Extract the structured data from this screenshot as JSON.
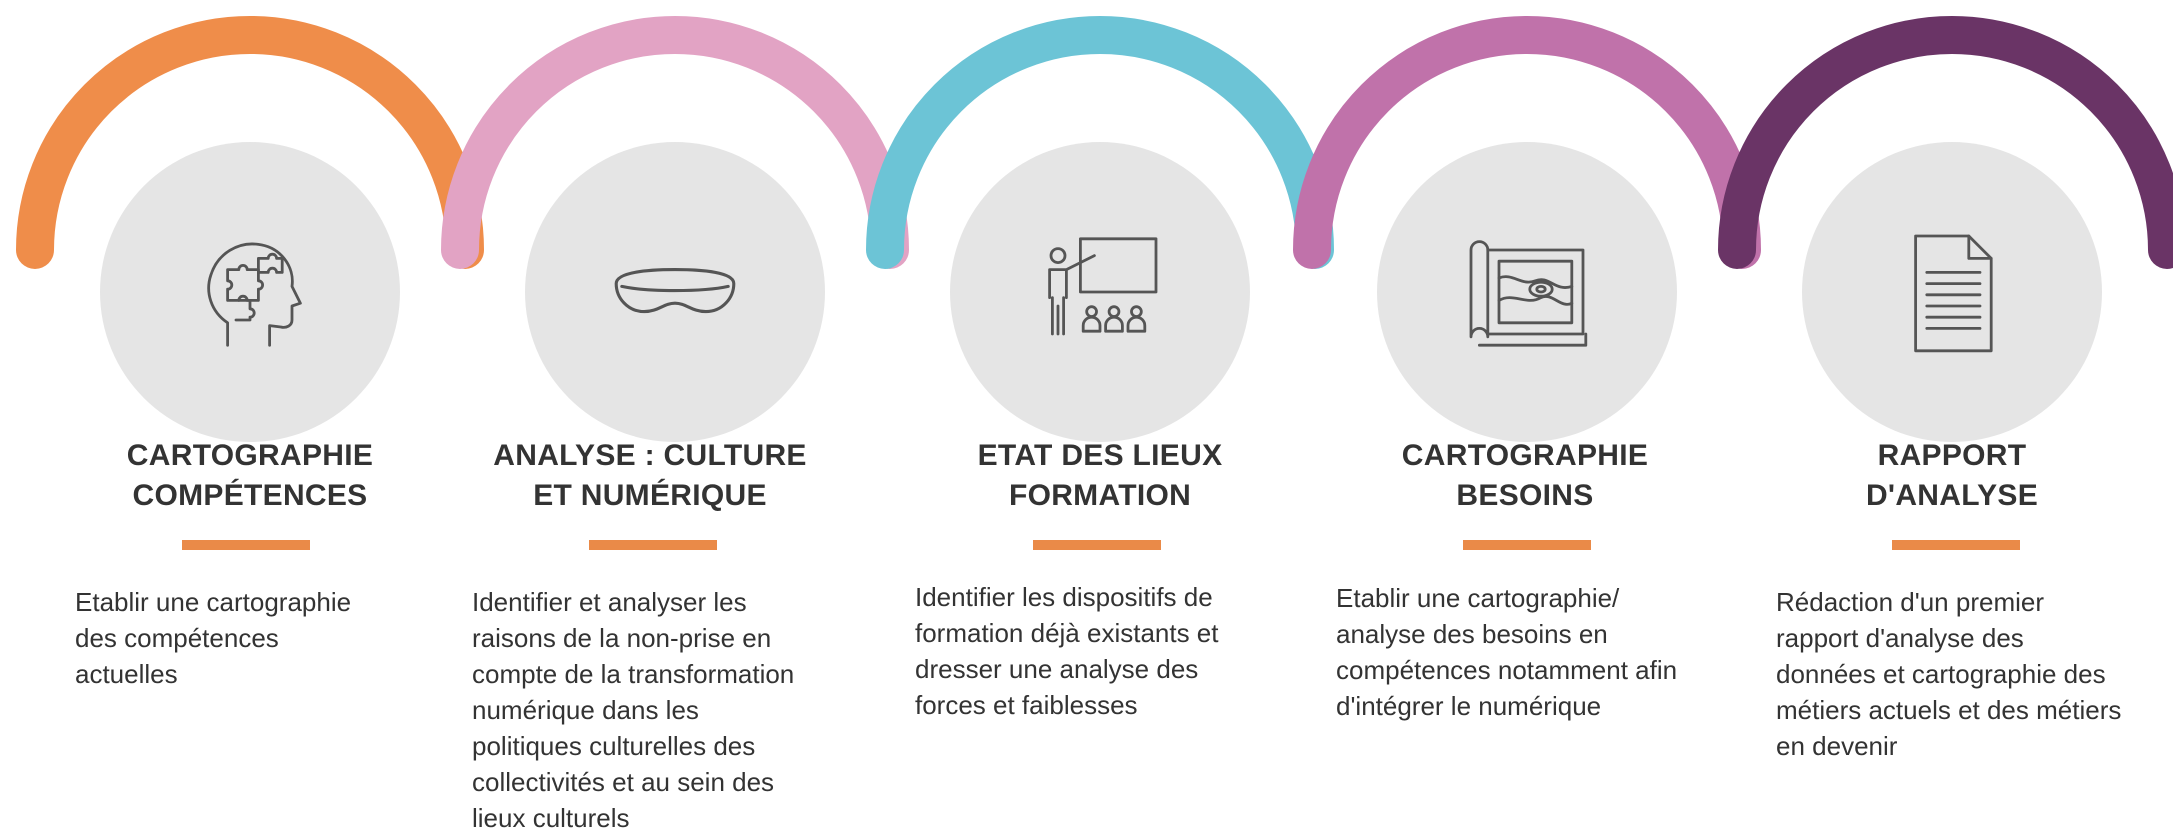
{
  "colors": {
    "arcs": [
      "#ef8d4a",
      "#e2a3c4",
      "#6cc4d6",
      "#c072aa",
      "#6a3466"
    ],
    "circle": "#e5e5e5",
    "accent_bar": "#ea8a48",
    "text": "#333333",
    "icon": "#555555"
  },
  "steps": [
    {
      "icon": "brain-puzzle-icon",
      "title": [
        "CARTOGRAPHIE",
        "COMPÉTENCES"
      ],
      "description": [
        "Etablir une cartographie",
        "des compétences",
        "actuelles"
      ]
    },
    {
      "icon": "vr-headset-icon",
      "title": [
        "ANALYSE : CULTURE",
        "ET NUMÉRIQUE"
      ],
      "description": [
        "Identifier et analyser les",
        "raisons de la non-prise en",
        "compte de la transformation",
        "numérique dans les",
        "politiques culturelles des",
        "collectivités et au sein des",
        "lieux culturels"
      ]
    },
    {
      "icon": "presentation-training-icon",
      "title": [
        "ETAT DES LIEUX",
        "FORMATION"
      ],
      "description": [
        "Identifier les dispositifs de",
        "formation déjà existants et",
        "dresser une analyse des",
        "forces et faiblesses"
      ]
    },
    {
      "icon": "map-blueprint-icon",
      "title": [
        "CARTOGRAPHIE",
        "BESOINS"
      ],
      "description": [
        "Etablir une cartographie/",
        "analyse des besoins en",
        "compétences notamment afin",
        "d'intégrer le numérique"
      ]
    },
    {
      "icon": "document-report-icon",
      "title": [
        "RAPPORT",
        "D'ANALYSE"
      ],
      "description": [
        "Rédaction d'un premier",
        "rapport d'analyse des",
        "données et cartographie des",
        "métiers actuels et des métiers",
        "en devenir"
      ]
    }
  ]
}
